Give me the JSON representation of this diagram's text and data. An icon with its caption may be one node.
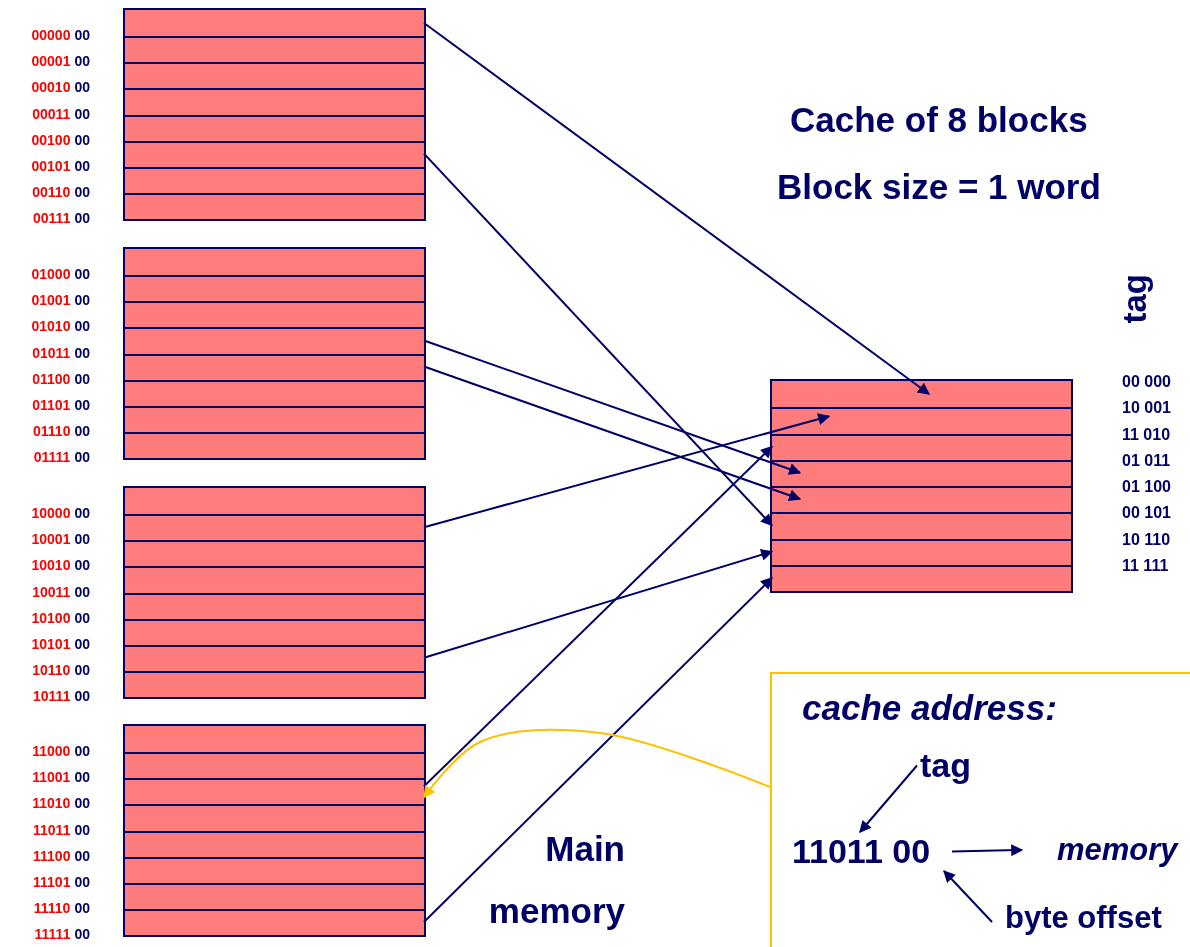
{
  "diagram": {
    "nodes": [
      {
        "text": [],
        "shape": "box"
      },
      {
        "text": [],
        "shape": "box",
        "in": 0,
        "beside": [
          "00000",
          "00"
        ]
      },
      {
        "text": [],
        "shape": "box",
        "in": 0,
        "beside": [
          "00001",
          "00"
        ]
      },
      {
        "text": [],
        "shape": "box",
        "in": 0,
        "beside": [
          "00010",
          "00"
        ]
      },
      {
        "text": [],
        "shape": "box",
        "in": 0,
        "beside": [
          "00011",
          "00"
        ]
      },
      {
        "text": [],
        "shape": "box",
        "in": 0,
        "beside": [
          "00100",
          "00"
        ]
      },
      {
        "text": [],
        "shape": "box",
        "in": 0,
        "beside": [
          "00101",
          "00"
        ]
      },
      {
        "text": [],
        "shape": "box",
        "in": 0,
        "beside": [
          "00110",
          "00"
        ]
      },
      {
        "text": [],
        "shape": "box",
        "in": 0,
        "beside": [
          "00111",
          "00"
        ]
      },
      {
        "text": [],
        "shape": "box"
      },
      {
        "text": [],
        "shape": "box",
        "in": 9,
        "beside": [
          "01000",
          "00"
        ]
      },
      {
        "text": [],
        "shape": "box",
        "in": 9,
        "beside": [
          "01001",
          "00"
        ]
      },
      {
        "text": [],
        "shape": "box",
        "in": 9,
        "beside": [
          "01010",
          "00"
        ]
      },
      {
        "text": [],
        "shape": "box",
        "in": 9,
        "beside": [
          "01011",
          "00"
        ]
      },
      {
        "text": [],
        "shape": "box",
        "in": 9,
        "beside": [
          "01100",
          "00"
        ]
      },
      {
        "text": [],
        "shape": "box",
        "in": 9,
        "beside": [
          "01101",
          "00"
        ]
      },
      {
        "text": [],
        "shape": "box",
        "in": 9,
        "beside": [
          "01110",
          "00"
        ]
      },
      {
        "text": [],
        "shape": "box",
        "in": 9,
        "beside": [
          "01111",
          "00"
        ]
      },
      {
        "text": [],
        "shape": "box"
      },
      {
        "text": [],
        "shape": "box",
        "in": 18,
        "beside": [
          "10000",
          "00"
        ]
      },
      {
        "text": [],
        "shape": "box",
        "in": 18,
        "beside": [
          "10001",
          "00"
        ]
      },
      {
        "text": [],
        "shape": "box",
        "in": 18,
        "beside": [
          "10010",
          "00"
        ]
      },
      {
        "text": [],
        "shape": "box",
        "in": 18,
        "beside": [
          "10011",
          "00"
        ]
      },
      {
        "text": [],
        "shape": "box",
        "in": 18,
        "beside": [
          "10100",
          "00"
        ]
      },
      {
        "text": [],
        "shape": "box",
        "in": 18,
        "beside": [
          "10101",
          "00"
        ]
      },
      {
        "text": [],
        "shape": "box",
        "in": 18,
        "beside": [
          "10110",
          "00"
        ]
      },
      {
        "text": [],
        "shape": "box",
        "in": 18,
        "beside": [
          "10111",
          "00"
        ]
      },
      {
        "text": [],
        "shape": "box"
      },
      {
        "text": [],
        "shape": "box",
        "in": 27,
        "beside": [
          "11000",
          "00"
        ]
      },
      {
        "text": [],
        "shape": "box",
        "in": 27,
        "beside": [
          "11001",
          "00"
        ]
      },
      {
        "text": [],
        "shape": "box",
        "in": 27,
        "beside": [
          "11010",
          "00"
        ]
      },
      {
        "text": [],
        "shape": "box",
        "in": 27,
        "beside": [
          "11011",
          "00"
        ]
      },
      {
        "text": [],
        "shape": "box",
        "in": 27,
        "beside": [
          "11100",
          "00"
        ]
      },
      {
        "text": [],
        "shape": "box",
        "in": 27,
        "beside": [
          "11101",
          "00"
        ]
      },
      {
        "text": [],
        "shape": "box",
        "in": 27,
        "beside": [
          "11110",
          "00"
        ]
      },
      {
        "text": [],
        "shape": "box",
        "in": 27,
        "beside": [
          "11111",
          "00"
        ]
      },
      {
        "text": [],
        "shape": "box"
      },
      {
        "text": [],
        "shape": "box",
        "in": 36,
        "beside": [
          "00 000"
        ]
      },
      {
        "text": [],
        "shape": "box",
        "in": 36,
        "beside": [
          "10 001"
        ]
      },
      {
        "text": [],
        "shape": "box",
        "in": 36,
        "beside": [
          "11 010"
        ]
      },
      {
        "text": [],
        "shape": "box",
        "in": 36,
        "beside": [
          "01 011"
        ]
      },
      {
        "text": [],
        "shape": "box",
        "in": 36,
        "beside": [
          "01 100"
        ]
      },
      {
        "text": [],
        "shape": "box",
        "in": 36,
        "beside": [
          "00 101"
        ]
      },
      {
        "text": [],
        "shape": "box",
        "in": 36,
        "beside": [
          "10 110"
        ]
      },
      {
        "text": [],
        "shape": "box",
        "in": 36,
        "beside": [
          "11 111"
        ]
      },
      {
        "text": [
          "cache address:"
        ]
      },
      {
        "text": [
          "tag"
        ],
        "in": 45
      },
      {
        "text": [
          "11011 00"
        ],
        "in": 45
      },
      {
        "text": [
          "byte offset"
        ],
        "in": 45
      },
      {
        "text": [
          "memory"
        ],
        "in": 45
      }
    ],
    "edges": [
      {
        "from": 1,
        "to": 37,
        "arrow": "to"
      },
      {
        "from": 6,
        "to": 42,
        "arrow": "to"
      },
      {
        "from": 13,
        "to": 40,
        "arrow": "to"
      },
      {
        "from": 14,
        "to": 41,
        "arrow": "to"
      },
      {
        "from": 20,
        "to": 38,
        "arrow": "to"
      },
      {
        "from": 25,
        "to": 43,
        "arrow": "to"
      },
      {
        "from": 30,
        "to": 39,
        "arrow": "to"
      },
      {
        "from": 35,
        "to": 44,
        "arrow": "to"
      },
      {
        "from": 45,
        "to": 30,
        "arrow": "to",
        "color": "#ffc000"
      },
      {
        "from": 46,
        "to": 47,
        "arrow": "to"
      },
      {
        "from": 48,
        "to": 47,
        "arrow": "to"
      },
      {
        "from": 47,
        "to": 49,
        "arrow": "to"
      }
    ],
    "labels": [
      "Cache of 8 blocks",
      "Block size = 1 word",
      "tag",
      "Main memory"
    ]
  }
}
